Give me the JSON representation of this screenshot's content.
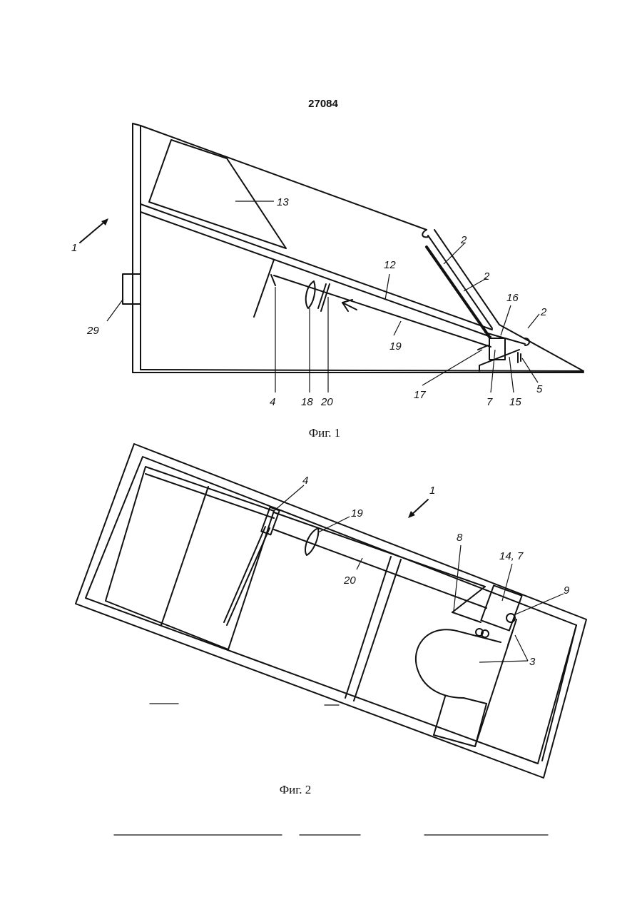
{
  "document_number": "27084",
  "figures": [
    {
      "caption": "Фиг. 1",
      "labels": [
        "1",
        "13",
        "12",
        "2",
        "2",
        "2",
        "16",
        "29",
        "19",
        "4",
        "18",
        "20",
        "17",
        "7",
        "15",
        "5"
      ]
    },
    {
      "caption": "Фиг. 2",
      "labels": [
        "1",
        "4",
        "19",
        "8",
        "14, 7",
        "9",
        "20",
        "3"
      ]
    }
  ]
}
